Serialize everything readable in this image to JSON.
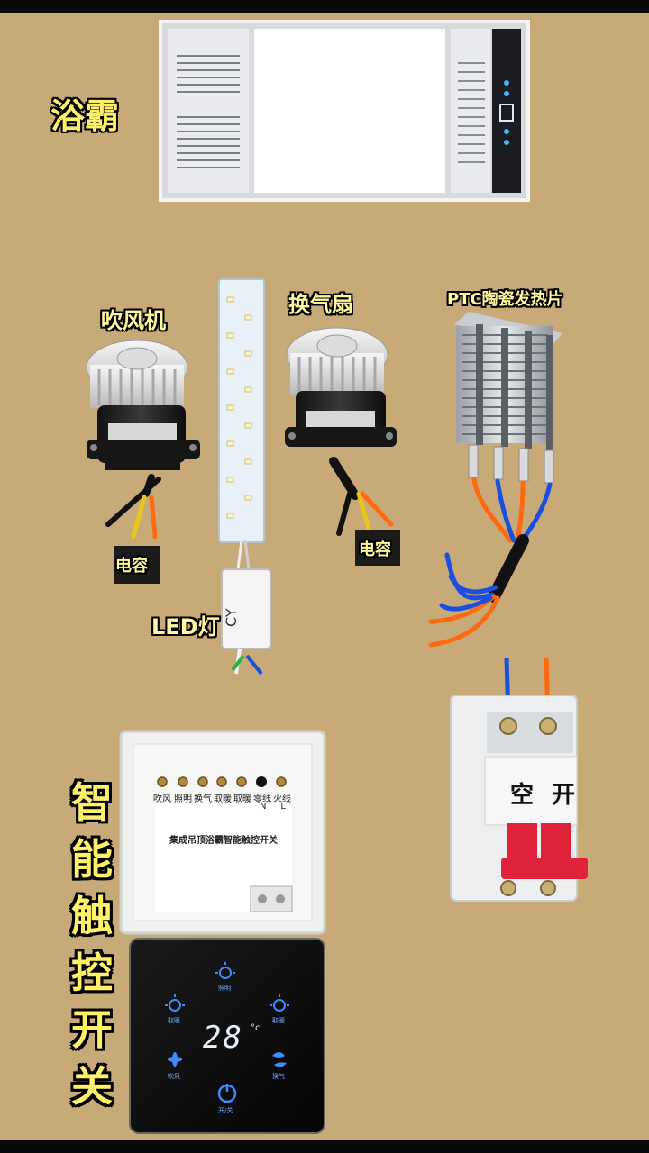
{
  "labels": {
    "title_yuba": "浴霸",
    "blower": "吹风机",
    "exhaust_fan": "换气扇",
    "ptc": "PTC陶瓷发热片",
    "capacitor_left": "电容",
    "capacitor_right": "电容",
    "led_lamp": "LED灯",
    "smart_switch_chars": [
      "智",
      "能",
      "触",
      "控",
      "开",
      "关"
    ],
    "breaker_left": "空",
    "breaker_right": "开"
  },
  "switch_panel": {
    "terminal_labels": [
      "吹风",
      "照明",
      "换气",
      "取暖",
      "取暖",
      "零线",
      "火线"
    ],
    "nl": "N     L",
    "title": "集成吊顶浴霸智能触控开关"
  },
  "touch_panel": {
    "temperature": "28",
    "unit": "°c",
    "buttons": [
      "照明",
      "取暖",
      "取暖",
      "吹风",
      "换气",
      "开/关"
    ]
  },
  "icons": [
    "sun-icon",
    "fan-icon",
    "exhaust-icon",
    "power-icon"
  ],
  "colors": {
    "background": "#c8aa78",
    "label_yellow": "#fff06a",
    "wire_orange": "#ff6a10",
    "wire_blue": "#1a4fe0",
    "breaker_red": "#e0223a",
    "touch_blue": "#3d8bff"
  }
}
